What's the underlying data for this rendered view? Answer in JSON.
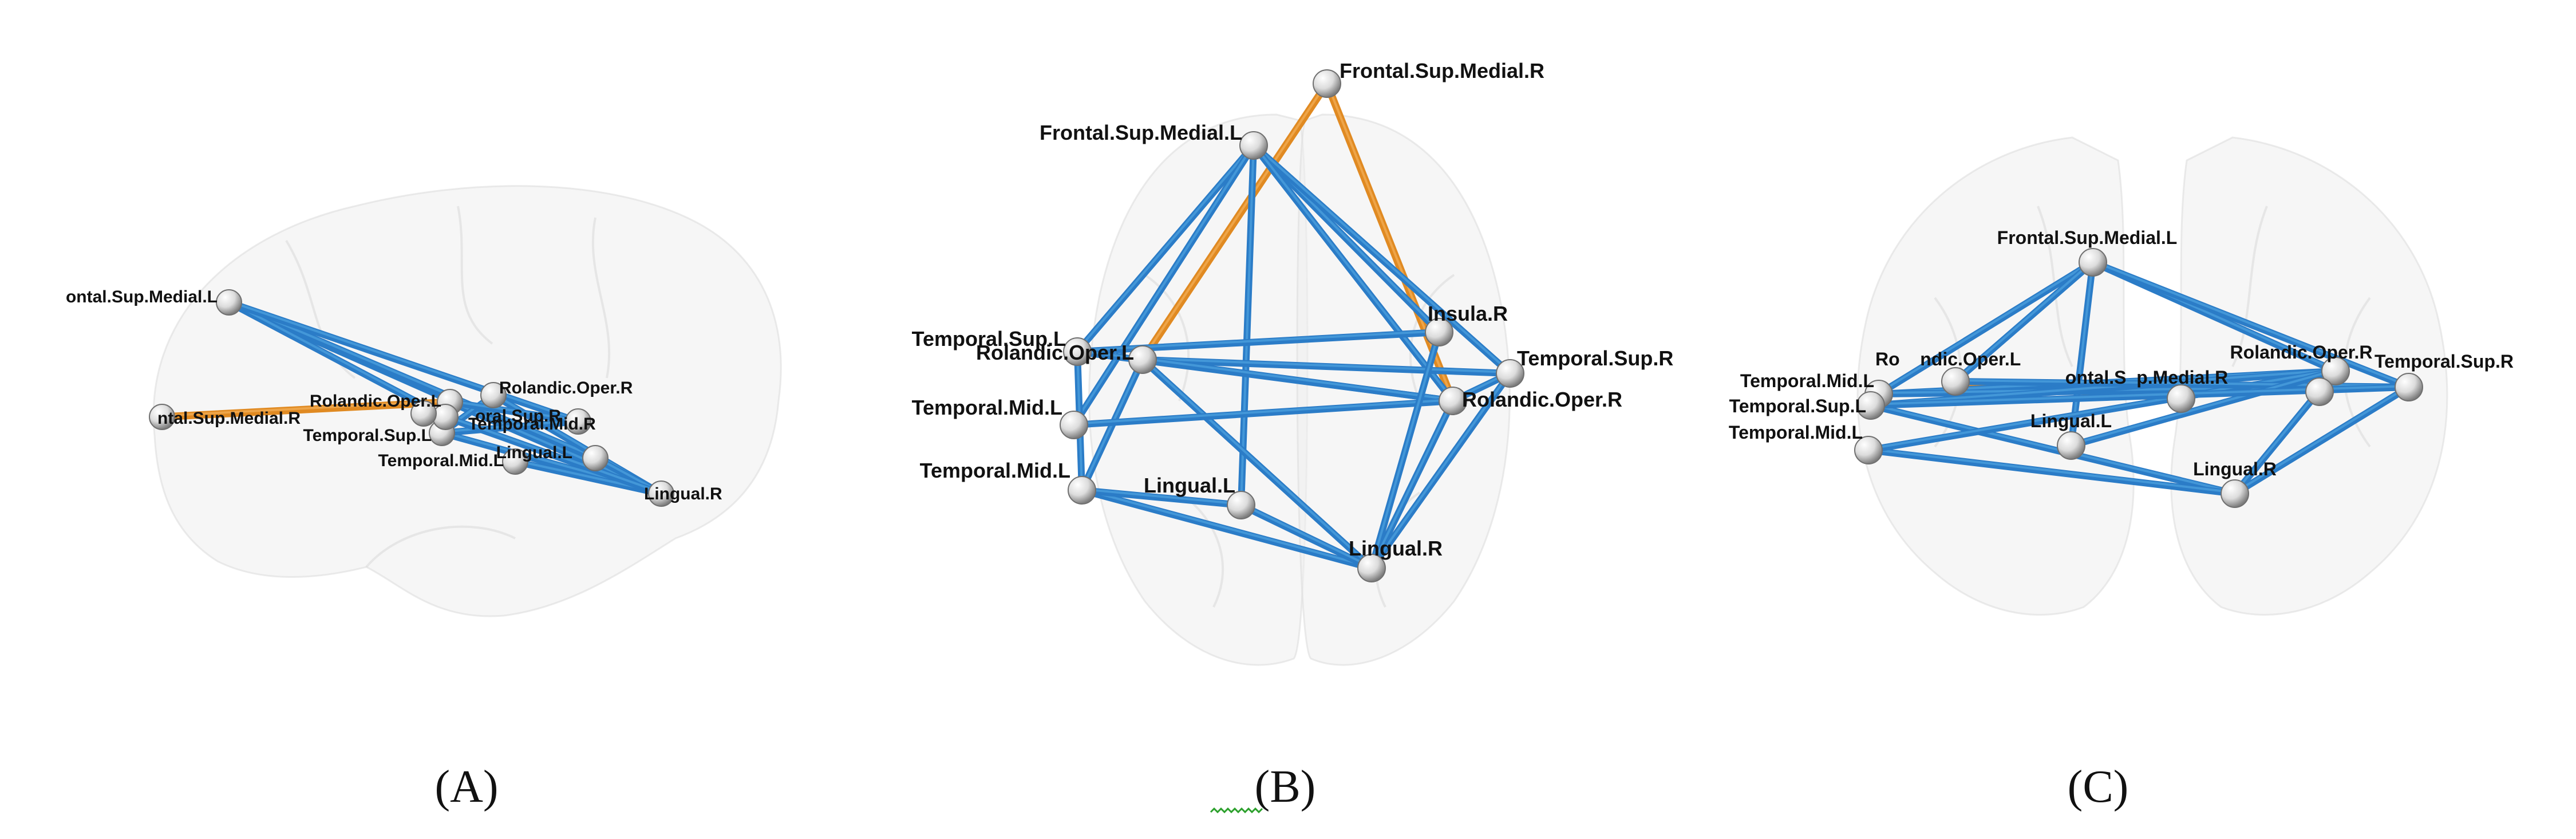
{
  "panels": [
    {
      "id": "A",
      "caption": "(A)",
      "view": "sagittal",
      "nodes": [
        {
          "id": "fsml",
          "label": "ontal.Sup.Medial.L"
        },
        {
          "id": "fsmr",
          "label": "ntal.Sup.Medial.R"
        },
        {
          "id": "rol",
          "label": "Rolandic.Oper.L"
        },
        {
          "id": "ror",
          "label": "Rolandic.Oper.R"
        },
        {
          "id": "tsl",
          "label": "Temporal.Sup.L"
        },
        {
          "id": "tml",
          "label": "Temporal.Mid.L"
        },
        {
          "id": "tmr",
          "label": "Temporal.Mid.R"
        },
        {
          "id": "tsr",
          "label": "oral.Sup.R"
        },
        {
          "id": "ll",
          "label": "Lingual.L"
        },
        {
          "id": "lr",
          "label": "Lingual.R"
        },
        {
          "id": "ins",
          "label": ""
        }
      ],
      "edges": [
        {
          "from": "fsmr",
          "to": "rol",
          "type": "orange"
        },
        {
          "from": "fsml",
          "to": "lr",
          "type": "blue"
        },
        {
          "from": "fsml",
          "to": "ll",
          "type": "blue"
        },
        {
          "from": "fsml",
          "to": "tmr",
          "type": "blue"
        },
        {
          "from": "fsml",
          "to": "tsr",
          "type": "blue"
        },
        {
          "from": "rol",
          "to": "lr",
          "type": "blue"
        },
        {
          "from": "tsl",
          "to": "lr",
          "type": "blue"
        },
        {
          "from": "tml",
          "to": "lr",
          "type": "blue"
        },
        {
          "from": "ror",
          "to": "lr",
          "type": "blue"
        },
        {
          "from": "tsl",
          "to": "ror",
          "type": "blue"
        },
        {
          "from": "tsl",
          "to": "tsr",
          "type": "blue"
        },
        {
          "from": "ll",
          "to": "lr",
          "type": "blue"
        },
        {
          "from": "tmr",
          "to": "lr",
          "type": "blue"
        },
        {
          "from": "rol",
          "to": "tsr",
          "type": "blue"
        }
      ]
    },
    {
      "id": "B",
      "caption": "(B)",
      "view": "axial",
      "nodes": [
        {
          "id": "fsml",
          "label": "Frontal.Sup.Medial.L"
        },
        {
          "id": "fsmr",
          "label": "Frontal.Sup.Medial.R"
        },
        {
          "id": "ins",
          "label": "Insula.R"
        },
        {
          "id": "tsl",
          "label": "Temporal.Sup.L"
        },
        {
          "id": "rol",
          "label": "Rolandic.Oper.L"
        },
        {
          "id": "tsr",
          "label": "Temporal.Sup.R"
        },
        {
          "id": "ror",
          "label": "Rolandic.Oper.R"
        },
        {
          "id": "tml",
          "label": "Temporal.Mid.L"
        },
        {
          "id": "tmr",
          "label": "Temporal.Mid.L"
        },
        {
          "id": "ll",
          "label": "Lingual.L"
        },
        {
          "id": "lr",
          "label": "Lingual.R"
        }
      ],
      "edges": [
        {
          "from": "fsmr",
          "to": "rol",
          "type": "orange"
        },
        {
          "from": "fsmr",
          "to": "ror",
          "type": "orange"
        },
        {
          "from": "fsml",
          "to": "tsl",
          "type": "blue"
        },
        {
          "from": "fsml",
          "to": "tml",
          "type": "blue"
        },
        {
          "from": "fsml",
          "to": "ll",
          "type": "blue"
        },
        {
          "from": "fsml",
          "to": "ins",
          "type": "blue"
        },
        {
          "from": "fsml",
          "to": "tsr",
          "type": "blue"
        },
        {
          "from": "fsml",
          "to": "ror",
          "type": "blue"
        },
        {
          "from": "tsl",
          "to": "ins",
          "type": "blue"
        },
        {
          "from": "tsl",
          "to": "ror",
          "type": "blue"
        },
        {
          "from": "tsl",
          "to": "tmr",
          "type": "blue"
        },
        {
          "from": "rol",
          "to": "tsr",
          "type": "blue"
        },
        {
          "from": "rol",
          "to": "ror",
          "type": "blue"
        },
        {
          "from": "rol",
          "to": "tmr",
          "type": "blue"
        },
        {
          "from": "rol",
          "to": "lr",
          "type": "blue"
        },
        {
          "from": "tml",
          "to": "ror",
          "type": "blue"
        },
        {
          "from": "tmr",
          "to": "lr",
          "type": "blue"
        },
        {
          "from": "tmr",
          "to": "ll",
          "type": "blue"
        },
        {
          "from": "ll",
          "to": "lr",
          "type": "blue"
        },
        {
          "from": "ins",
          "to": "lr",
          "type": "blue"
        },
        {
          "from": "tsr",
          "to": "lr",
          "type": "blue"
        },
        {
          "from": "ror",
          "to": "lr",
          "type": "blue"
        },
        {
          "from": "tsr",
          "to": "ror",
          "type": "blue"
        }
      ]
    },
    {
      "id": "C",
      "caption": "(C)",
      "view": "coronal",
      "nodes": [
        {
          "id": "fsml",
          "label": "Frontal.Sup.Medial.L"
        },
        {
          "id": "rol",
          "label": "Ro    ndic.Oper.L"
        },
        {
          "id": "ror",
          "label": "Rolandic.Oper.R"
        },
        {
          "id": "tsr",
          "label": "Temporal.Sup.R"
        },
        {
          "id": "tml",
          "label": "Temporal.Mid.L"
        },
        {
          "id": "tsl",
          "label": "Temporal.Sup.L"
        },
        {
          "id": "tmr",
          "label": "Temporal.Mid.L"
        },
        {
          "id": "fsmr",
          "label": "ontal.S  p.Medial.R"
        },
        {
          "id": "ins",
          "label": ""
        },
        {
          "id": "ll",
          "label": "Lingual.L"
        },
        {
          "id": "lr",
          "label": "Lingual.R"
        }
      ],
      "edges": [
        {
          "from": "rol",
          "to": "fsmr",
          "type": "orange"
        },
        {
          "from": "fsml",
          "to": "tml",
          "type": "blue"
        },
        {
          "from": "fsml",
          "to": "ror",
          "type": "blue"
        },
        {
          "from": "fsml",
          "to": "tsr",
          "type": "blue"
        },
        {
          "from": "fsml",
          "to": "ll",
          "type": "blue"
        },
        {
          "from": "fsml",
          "to": "rol",
          "type": "blue"
        },
        {
          "from": "tml",
          "to": "ror",
          "type": "blue"
        },
        {
          "from": "tml",
          "to": "tsr",
          "type": "blue"
        },
        {
          "from": "tsl",
          "to": "ror",
          "type": "blue"
        },
        {
          "from": "tsl",
          "to": "lr",
          "type": "blue"
        },
        {
          "from": "tmr",
          "to": "lr",
          "type": "blue"
        },
        {
          "from": "tmr",
          "to": "ror",
          "type": "blue"
        },
        {
          "from": "rol",
          "to": "tsr",
          "type": "blue"
        },
        {
          "from": "ll",
          "to": "ror",
          "type": "blue"
        },
        {
          "from": "lr",
          "to": "ror",
          "type": "blue"
        },
        {
          "from": "lr",
          "to": "tsr",
          "type": "blue"
        },
        {
          "from": "tsl",
          "to": "tsr",
          "type": "blue"
        }
      ]
    }
  ],
  "colors": {
    "blue_edge": "#2b7cc7",
    "blue_edge_light": "#4fa3e0",
    "orange_edge": "#e08a22",
    "node_fill": "#e8e8e8",
    "node_shade": "#8a8a8a",
    "brain_fill": "#eeeeee"
  }
}
